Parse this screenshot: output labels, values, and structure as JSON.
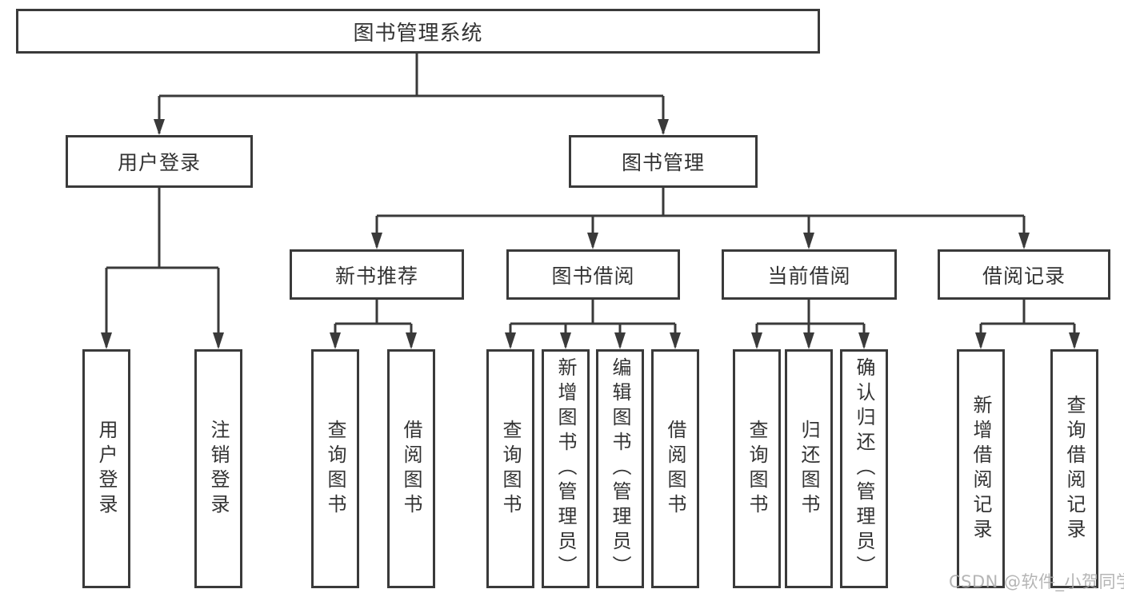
{
  "diagram": {
    "type": "hierarchy-tree",
    "root": {
      "label": "图书管理系统"
    },
    "level1": [
      {
        "label": "用户登录"
      },
      {
        "label": "图书管理"
      }
    ],
    "level2": [
      {
        "label": "新书推荐",
        "parent": "图书管理"
      },
      {
        "label": "图书借阅",
        "parent": "图书管理"
      },
      {
        "label": "当前借阅",
        "parent": "图书管理"
      },
      {
        "label": "借阅记录",
        "parent": "图书管理"
      }
    ],
    "leaves": [
      {
        "label": "用户登录",
        "parent": "用户登录"
      },
      {
        "label": "注销登录",
        "parent": "用户登录"
      },
      {
        "label": "查询图书",
        "parent": "新书推荐"
      },
      {
        "label": "借阅图书",
        "parent": "新书推荐"
      },
      {
        "label": "查询图书",
        "parent": "图书借阅"
      },
      {
        "label": "新增图书（管理员）",
        "parent": "图书借阅"
      },
      {
        "label": "编辑图书（管理员）",
        "parent": "图书借阅"
      },
      {
        "label": "借阅图书",
        "parent": "图书借阅"
      },
      {
        "label": "查询图书",
        "parent": "当前借阅"
      },
      {
        "label": "归还图书",
        "parent": "当前借阅"
      },
      {
        "label": "确认归还（管理员）",
        "parent": "当前借阅"
      },
      {
        "label": "新增借阅记录",
        "parent": "借阅记录"
      },
      {
        "label": "查询借阅记录",
        "parent": "借阅记录"
      }
    ]
  },
  "watermark": {
    "text": "CSDN @软件_小贺同学"
  },
  "colors": {
    "line": "#3a3a3a",
    "border": "#3a3a3a",
    "box_fill": "#ffffff",
    "text": "#333333",
    "watermark": "#a9a9a9",
    "background": "#ffffff"
  }
}
